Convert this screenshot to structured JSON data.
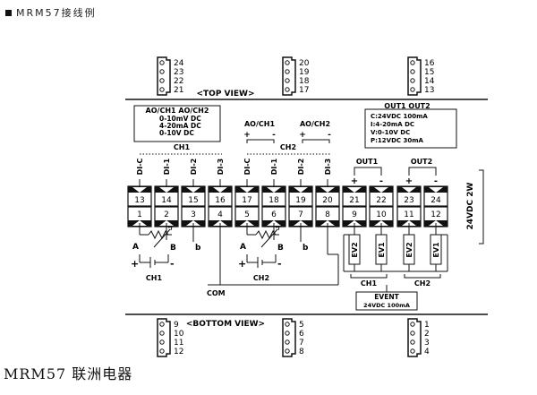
{
  "title": "MRM57接线例",
  "footer": "MRM57 联洲电器",
  "top_view_label": "<TOP VIEW>",
  "bottom_view_label": "<BOTTOM VIEW>",
  "top_connectors": [
    [
      "24",
      "23",
      "22",
      "21"
    ],
    [
      "20",
      "19",
      "18",
      "17"
    ],
    [
      "16",
      "15",
      "14",
      "13"
    ]
  ],
  "bottom_connectors": [
    [
      "9",
      "10",
      "11",
      "12"
    ],
    [
      "5",
      "6",
      "7",
      "8"
    ],
    [
      "1",
      "2",
      "3",
      "4"
    ]
  ],
  "ao_box": {
    "header": "AO/CH1  AO/CH2",
    "lines": [
      "0-10mV DC",
      "4-20mA DC",
      "0-10V DC"
    ]
  },
  "out_box": {
    "header": "OUT1  OUT2",
    "lines": [
      "C:24VDC 100mA",
      "I:4-20mA DC",
      "V:0-10V DC",
      "P:12VDC 30mA"
    ]
  },
  "ao_ch1_label": "AO/CH1",
  "ao_ch2_label": "AO/CH2",
  "ch1_label": "CH1",
  "ch2_label": "CH2",
  "out1_label": "OUT1",
  "out2_label": "OUT2",
  "di_labels": [
    "DI-C",
    "DI-1",
    "DI-2",
    "DI-3",
    "DI-C",
    "DI-1",
    "DI-2",
    "DI-3"
  ],
  "upper_row": [
    "13",
    "14",
    "15",
    "16",
    "17",
    "18",
    "19",
    "20",
    "21",
    "22",
    "23",
    "24"
  ],
  "lower_row": [
    "1",
    "2",
    "3",
    "4",
    "5",
    "6",
    "7",
    "8",
    "9",
    "10",
    "11",
    "12"
  ],
  "power_label": "24VDC 2W",
  "com_label": "COM",
  "a_label": "A",
  "b_upper_label": "B",
  "b_lower_label": "b",
  "ev_labels": [
    "EV2",
    "EV1",
    "EV2",
    "EV1"
  ],
  "ch1_bottom_label": "CH1",
  "ch2_bottom_label": "CH2",
  "event_box": {
    "header": "EVENT",
    "sub": "24VDC 100mA"
  }
}
